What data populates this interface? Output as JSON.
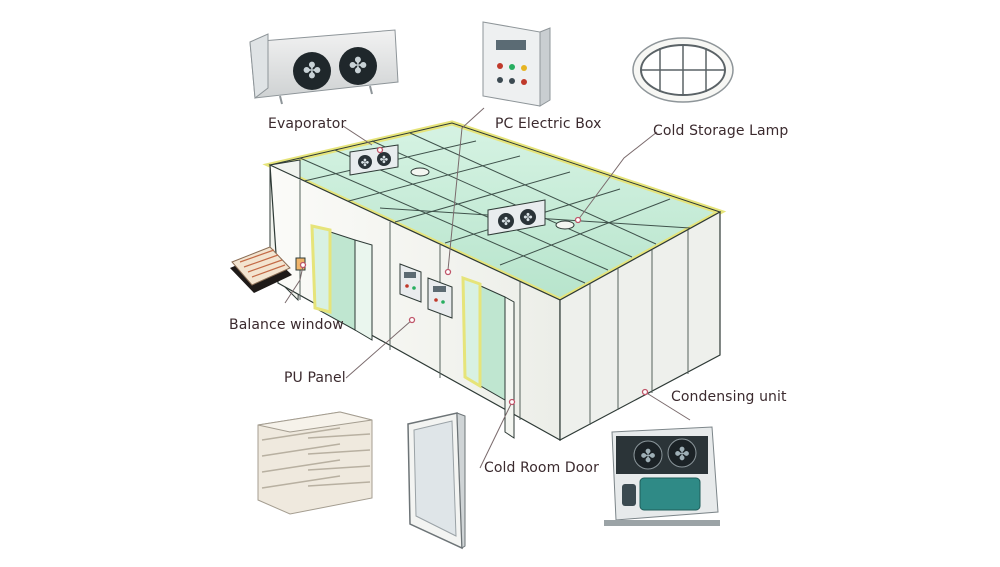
{
  "labels": {
    "evaporator": "Evaporator",
    "pc_electric_box": "PC Electric Box",
    "cold_storage_lamp": "Cold Storage Lamp",
    "balance_window": "Balance window",
    "pu_panel": "PU Panel",
    "condensing_unit": "Condensing unit",
    "cold_room_door": "Cold Room Door"
  },
  "colors": {
    "panel_white": "#f4f6f1",
    "panel_edge": "#2e3a36",
    "interior_tint": "#c9ecd9",
    "frame_yellow": "#e6e47a",
    "leader_line": "#7a6a6c",
    "dot": "#c0566a",
    "label_text": "#3b2a2e",
    "condenser_teal": "#2f8a86"
  }
}
